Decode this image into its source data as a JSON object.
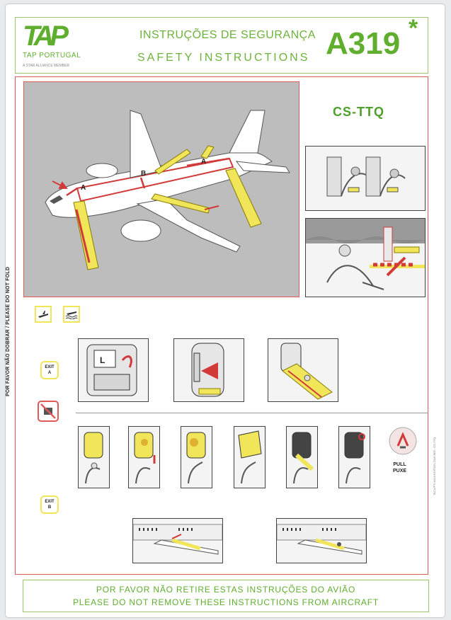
{
  "header": {
    "logo_mark": "TAP",
    "logo_name": "TAP PORTUGAL",
    "logo_tagline": "A STAR ALLIANCE MEMBER",
    "title_pt": "INSTRUÇÕES DE SEGURANÇA",
    "title_en": "SAFETY INSTRUCTIONS",
    "aircraft_model": "A319",
    "model_mark": "*"
  },
  "registration": "CS-TTQ",
  "diagram_labels": {
    "exit_a_front": "A",
    "exit_b": "B",
    "exit_a_rear": "A"
  },
  "side_text": "POR FAVOR NÃO DOBRAR / PLEASE DO NOT FOLD",
  "exit_badges": {
    "exit_a": {
      "line1": "EXIT",
      "line2": "A"
    },
    "exit_b": {
      "line1": "EXIT",
      "line2": "B"
    }
  },
  "door_panel_label": "L",
  "pull_label": {
    "line1": "PULL",
    "line2": "PUXE"
  },
  "footer": {
    "line_pt": "POR FAVOR NÃO RETIRE ESTAS INSTRUÇÕES DO AVIÃO",
    "line_en": "PLEASE DO NOT REMOVE THESE INSTRUCTIONS FROM AIRCRAFT"
  },
  "print_code": "TACV/PT/ A319 EDITION 2019 REF.: CS-TTQ",
  "colors": {
    "brand_green": "#5fae2e",
    "frame_red": "#e05a5a",
    "slide_yellow": "#f1e55a",
    "plane_bg": "#bdbdbd"
  }
}
